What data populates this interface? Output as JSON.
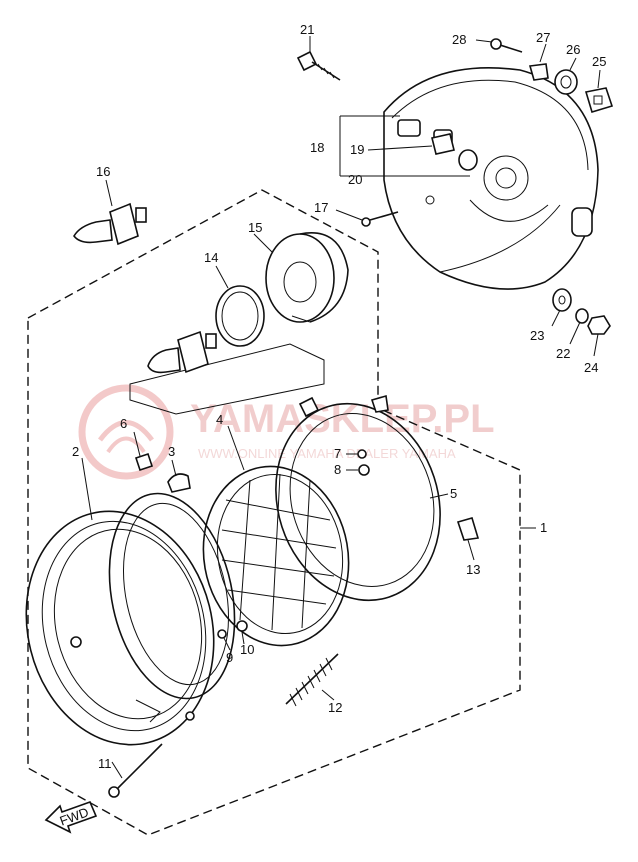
{
  "diagram": {
    "part_labels": [
      "1",
      "2",
      "3",
      "4",
      "5",
      "6",
      "7",
      "8",
      "9",
      "10",
      "11",
      "12",
      "13",
      "14",
      "15",
      "16",
      "17",
      "18",
      "19",
      "20",
      "21",
      "22",
      "23",
      "24",
      "25",
      "26",
      "27",
      "28"
    ],
    "direction_arrow_text": "FWD"
  },
  "watermark": {
    "main_text": "YAMASKLEP.PL",
    "sub_text": "WWW.ONLINE YAMAHA DEALER YAMAHA",
    "logo": "yamaha-tuning-fork-logo"
  }
}
